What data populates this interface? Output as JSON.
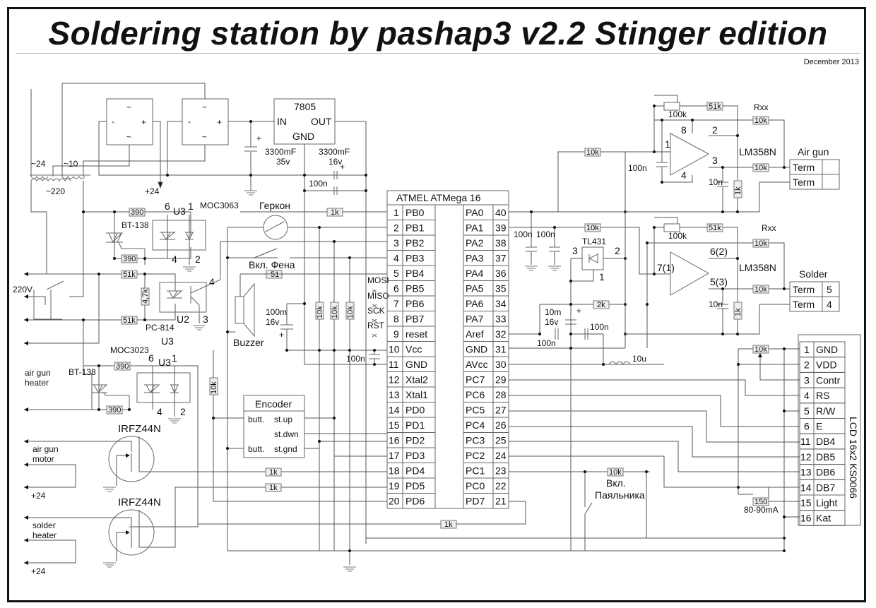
{
  "title": "Soldering station by pashap3 v2.2 Stinger edition",
  "date": "December 2013",
  "power_supply": {
    "transformer": {
      "secondary_1": "~24",
      "secondary_2": "~10",
      "primary": "~220"
    },
    "bridge_symbols": {
      "ac": "~",
      "minus": "-",
      "plus": "+"
    },
    "rail_24": "+24",
    "regulator": {
      "name": "7805",
      "in": "IN",
      "out": "OUT",
      "gnd": "GND"
    },
    "cap_in": {
      "value": "3300mF",
      "voltage": "35v",
      "polarity": "+"
    },
    "cap_out": {
      "value": "3300mF",
      "voltage": "16v",
      "polarity": "+"
    },
    "cap_decouple": "100n",
    "mains_label": "220V"
  },
  "triac_section_1": {
    "r1": "390",
    "r2": "390",
    "triac": "BT-138",
    "optocoupler": {
      "ref": "U3",
      "part": "MOC3063",
      "pin6": "6",
      "pin1": "1",
      "pin4": "4",
      "pin2": "2"
    }
  },
  "zero_cross": {
    "r1": "51k",
    "r2": "51k",
    "r3": "4,7k",
    "optocoupler": {
      "ref": "U2",
      "part": "PC-814",
      "pin4": "4",
      "pin3": "3"
    }
  },
  "triac_section_2": {
    "ref_top": "U3",
    "part": "MOC3023",
    "r1": "390",
    "r2": "390",
    "triac": "BT-138",
    "pin6": "6",
    "pin1": "1",
    "pin4": "4",
    "pin2": "2",
    "ref": "U3",
    "load_label_1": "air gun",
    "load_label_2": "heater"
  },
  "mosfets": [
    {
      "part": "IRFZ44N",
      "load_1": "air gun",
      "load_2": "motor",
      "supply": "+24"
    },
    {
      "part": "IRFZ44N",
      "load_1": "solder",
      "load_2": "heater",
      "supply": "+24"
    }
  ],
  "inputs": {
    "reed_switch": "Геркон",
    "fan_switch": "Вкл. Фена",
    "r_fan": "51",
    "r_reed": "1k",
    "buzzer": "Buzzer",
    "buzzer_cap": {
      "value": "100m",
      "voltage": "16v",
      "polarity": "+"
    },
    "pullups": [
      "10k",
      "10k",
      "10k"
    ],
    "pullup_left": "10k",
    "isp": [
      "MOSI",
      "MISO",
      "SCK",
      "RST"
    ],
    "vcc_cap": "100n",
    "r_pd4": "1k",
    "r_pd5": "1k",
    "r_pd7": "1k",
    "solder_switch_1": "Вкл.",
    "solder_switch_2": "Паяльника",
    "solder_switch_r": "10k"
  },
  "encoder": {
    "title": "Encoder",
    "rows": [
      [
        "butt.",
        "st.up"
      ],
      [
        "",
        "st.dwn"
      ],
      [
        "butt.",
        "st.gnd"
      ]
    ]
  },
  "mcu": {
    "title": "ATMEL ATMega 16",
    "left": [
      [
        "1",
        "PB0"
      ],
      [
        "2",
        "PB1"
      ],
      [
        "3",
        "PB2"
      ],
      [
        "4",
        "PB3"
      ],
      [
        "5",
        "PB4"
      ],
      [
        "6",
        "PB5"
      ],
      [
        "7",
        "PB6"
      ],
      [
        "8",
        "PB7"
      ],
      [
        "9",
        "reset"
      ],
      [
        "10",
        "Vcc"
      ],
      [
        "11",
        "GND"
      ],
      [
        "12",
        "Xtal2"
      ],
      [
        "13",
        "Xtal1"
      ],
      [
        "14",
        "PD0"
      ],
      [
        "15",
        "PD1"
      ],
      [
        "16",
        "PD2"
      ],
      [
        "17",
        "PD3"
      ],
      [
        "18",
        "PD4"
      ],
      [
        "19",
        "PD5"
      ],
      [
        "20",
        "PD6"
      ]
    ],
    "right": [
      [
        "PA0",
        "40"
      ],
      [
        "PA1",
        "39"
      ],
      [
        "PA2",
        "38"
      ],
      [
        "PA3",
        "37"
      ],
      [
        "PA4",
        "36"
      ],
      [
        "PA5",
        "35"
      ],
      [
        "PA6",
        "34"
      ],
      [
        "PA7",
        "33"
      ],
      [
        "Aref",
        "32"
      ],
      [
        "GND",
        "31"
      ],
      [
        "AVcc",
        "30"
      ],
      [
        "PC7",
        "29"
      ],
      [
        "PC6",
        "28"
      ],
      [
        "PC5",
        "27"
      ],
      [
        "PC4",
        "26"
      ],
      [
        "PC3",
        "25"
      ],
      [
        "PC2",
        "24"
      ],
      [
        "PC1",
        "23"
      ],
      [
        "PC0",
        "22"
      ],
      [
        "PD7",
        "21"
      ]
    ]
  },
  "reference": {
    "caps": [
      "100n",
      "100n"
    ],
    "ic": "TL431",
    "pin3": "3",
    "pin2": "2",
    "pin1": "1",
    "r": "2k",
    "cap_elec": {
      "value": "10m",
      "voltage": "16v",
      "polarity": "+"
    },
    "cap_a": "100n",
    "cap_b": "100n",
    "inductor": "10u"
  },
  "amp_air": {
    "pot": "100k",
    "r_fb": "51k",
    "rxx": "Rxx",
    "r_top": "10k",
    "r_in": "10k",
    "r_pa0": "10k",
    "r_gnd": "1k",
    "cap_supply": "100n",
    "cap_in": "10n",
    "part": "LM358N",
    "pins": {
      "p8": "8",
      "p1": "1",
      "p2": "2",
      "p3": "3",
      "p4": "4"
    },
    "connector": {
      "title": "Air gun",
      "rows": [
        [
          "Term",
          ""
        ],
        [
          "Term",
          ""
        ]
      ]
    }
  },
  "amp_solder": {
    "pot": "100k",
    "r_fb": "51k",
    "rxx": "Rxx",
    "r_top": "10k",
    "r_in": "10k",
    "r_pa1": "10k",
    "r_gnd": "1k",
    "cap_in": "10n",
    "part": "LM358N",
    "pins": {
      "p7": "7(1)",
      "p6": "6(2)",
      "p5": "5(3)"
    },
    "connector": {
      "title": "Solder",
      "rows": [
        [
          "Term",
          "5"
        ],
        [
          "Term",
          "4"
        ]
      ]
    }
  },
  "lcd": {
    "title": "LCD 16x2 KS0066",
    "contrast_pot": "10k",
    "backlight_r": "150",
    "backlight_note": "80-90mA",
    "pins": [
      [
        "1",
        "GND"
      ],
      [
        "2",
        "VDD"
      ],
      [
        "3",
        "Contr"
      ],
      [
        "4",
        "RS"
      ],
      [
        "5",
        "R/W"
      ],
      [
        "6",
        "E"
      ],
      [
        "11",
        "DB4"
      ],
      [
        "12",
        "DB5"
      ],
      [
        "13",
        "DB6"
      ],
      [
        "14",
        "DB7"
      ],
      [
        "15",
        "Light"
      ],
      [
        "16",
        "Kat"
      ]
    ]
  }
}
